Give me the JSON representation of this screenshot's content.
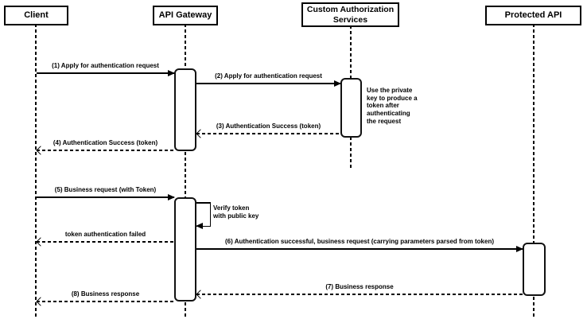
{
  "diagram": {
    "type": "sequence",
    "background_color": "#ffffff",
    "line_color": "#000000",
    "participants": [
      {
        "id": "client",
        "label": "Client"
      },
      {
        "id": "api-gateway",
        "label": "API Gateway"
      },
      {
        "id": "custom-auth",
        "label": "Custom Authorization\nServices"
      },
      {
        "id": "protected-api",
        "label": "Protected API"
      }
    ],
    "messages": [
      {
        "seq": "1",
        "label": "(1) Apply for authentication request",
        "from": "client",
        "to": "api-gateway",
        "style": "solid"
      },
      {
        "seq": "2",
        "label": "(2) Apply for authentication request",
        "from": "api-gateway",
        "to": "custom-auth",
        "style": "solid"
      },
      {
        "seq": "3",
        "label": "(3) Authentication Success (token)",
        "from": "custom-auth",
        "to": "api-gateway",
        "style": "dashed"
      },
      {
        "seq": "4",
        "label": "(4) Authentication Success (token)",
        "from": "api-gateway",
        "to": "client",
        "style": "dashed"
      },
      {
        "seq": "5",
        "label": "(5) Business request (with Token)",
        "from": "client",
        "to": "api-gateway",
        "style": "solid"
      },
      {
        "seq": "",
        "label": "Verify token\nwith public key",
        "from": "api-gateway",
        "to": "api-gateway",
        "style": "self"
      },
      {
        "seq": "",
        "label": "token authentication failed",
        "from": "api-gateway",
        "to": "client",
        "style": "dashed"
      },
      {
        "seq": "6",
        "label": "(6) Authentication successful, business request (carrying parameters parsed from token)",
        "from": "api-gateway",
        "to": "protected-api",
        "style": "solid"
      },
      {
        "seq": "7",
        "label": "(7) Business response",
        "from": "protected-api",
        "to": "api-gateway",
        "style": "dashed"
      },
      {
        "seq": "8",
        "label": "(8) Business response",
        "from": "api-gateway",
        "to": "client",
        "style": "dashed"
      }
    ],
    "note": {
      "label": "Use the private\nkey to produce a\ntoken after\nauthenticating\nthe request",
      "anchor": "custom-auth"
    }
  }
}
